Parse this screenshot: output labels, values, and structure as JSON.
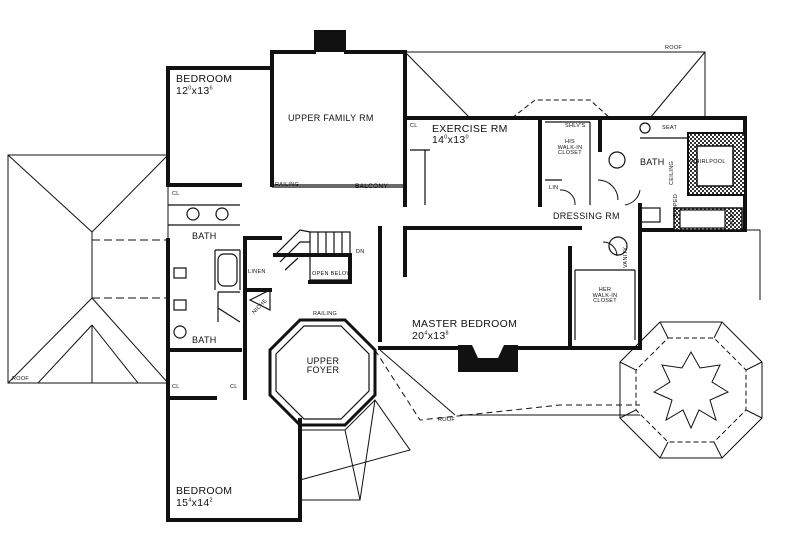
{
  "plan": {
    "rooms": {
      "bedroom_nw": {
        "name": "BEDROOM",
        "dim_w": "12",
        "dim_w_sup": "0",
        "dim_d": "13",
        "dim_d_sup": "6"
      },
      "upper_family": {
        "name": "UPPER  FAMILY  RM"
      },
      "exercise": {
        "name": "EXERCISE  RM",
        "dim_w": "14",
        "dim_w_sup": "0",
        "dim_d": "13",
        "dim_d_sup": "0"
      },
      "bath_master": {
        "name": "BATH"
      },
      "dressing": {
        "name": "DRESSING  RM"
      },
      "his_closet": {
        "l1": "HIS",
        "l2": "WALK-IN",
        "l3": "CLOSET"
      },
      "her_closet": {
        "l1": "HER",
        "l2": "WALK-IN",
        "l3": "CLOSET"
      },
      "master_bedroom": {
        "name": "MASTER  BEDROOM",
        "dim_w": "20",
        "dim_w_sup": "4",
        "dim_d": "13",
        "dim_d_sup": "8"
      },
      "bath_1": {
        "name": "BATH"
      },
      "bath_2": {
        "name": "BATH"
      },
      "upper_foyer": {
        "l1": "UPPER",
        "l2": "FOYER"
      },
      "bedroom_sw": {
        "name": "BEDROOM",
        "dim_w": "15",
        "dim_w_sup": "4",
        "dim_d": "14",
        "dim_d_sup": "2"
      }
    },
    "labels": {
      "roof": "ROOF",
      "railing": "RAILING",
      "balcony": "BALCONY",
      "cl": "CL",
      "lin": "LIN",
      "linen": "LINEN",
      "open_below": "OPEN BELOW",
      "dn": "DN",
      "shlvs": "SHLV'S",
      "seat": "SEAT",
      "whirlpool": "WHIRLPOOL",
      "ceiling": "CEILING",
      "sloped": "SLOPED",
      "vanity": "VANITY",
      "niche": "NICHE"
    }
  }
}
